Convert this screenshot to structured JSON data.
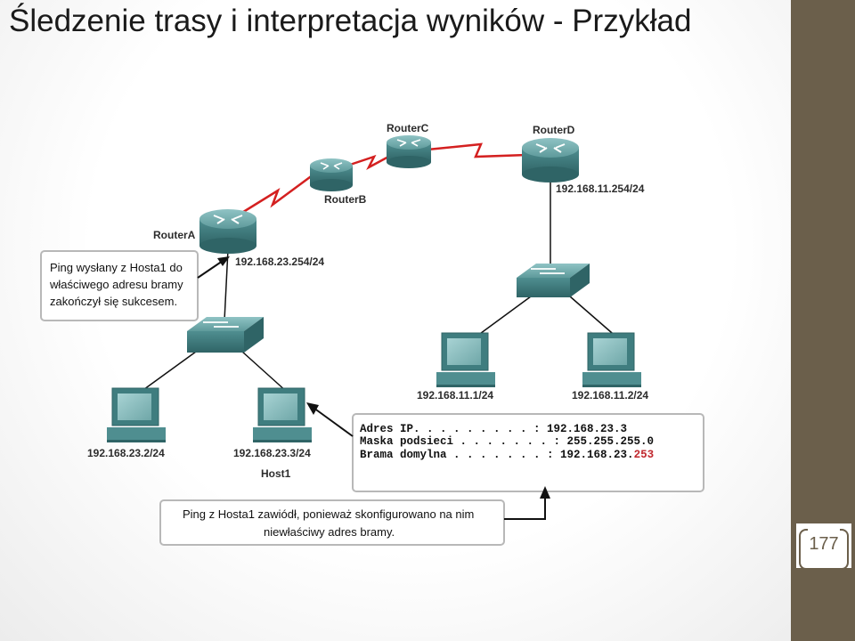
{
  "title": "Śledzenie trasy i interpretacja wyników - Przykład",
  "page_number": "177",
  "routers": {
    "a": {
      "name": "RouterA"
    },
    "b": {
      "name": "RouterB"
    },
    "c": {
      "name": "RouterC"
    },
    "d": {
      "name": "RouterD"
    }
  },
  "addresses": {
    "router_a_gateway": "192.168.23.254/24",
    "router_d_gateway": "192.168.11.254/24",
    "pc_left": "192.168.23.2/24",
    "host1": "192.168.23.3/24",
    "pc_right_1": "192.168.11.1/24",
    "pc_right_2": "192.168.11.2/24"
  },
  "host_label": "Host1",
  "callout_ping_ok": {
    "line1": "Ping wysłany z Hosta1 do",
    "line2": "właściwego adresu bramy",
    "line3": "zakończył się sukcesem."
  },
  "config_box": {
    "ip_line": "Adres IP. . . . . . . . . : 192.168.23.3",
    "mask_line": "Maska podsieci . . . . . . . : 255.255.255.0",
    "gateway_prefix": "Brama domylna . . . . . . . : 192.168.23.",
    "gateway_wrong_octet": "253"
  },
  "callout_ping_fail": {
    "line1": "Ping z Hosta1 zawiódł, ponieważ skonfigurowano na nim",
    "line2": "niewłaściwy adres bramy."
  },
  "colors": {
    "device_teal": "#4f8e90",
    "serial_link": "#d42020",
    "wrong_octet": "#c0272d",
    "sidebar": "#6b5f4b"
  }
}
